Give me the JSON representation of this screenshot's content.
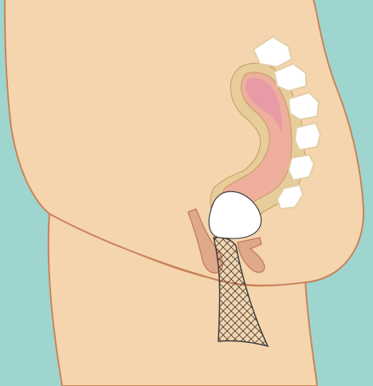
{
  "colors": {
    "background": "#9fd5cf",
    "skin_fill": "#f5d5ae",
    "skin_stroke": "#c8835a",
    "bowel_halo": "#e7cd9a",
    "bowel_fill": "#eeaf9c",
    "bowel_highlight": "#e89aa6",
    "organ_outline": "#c49a60",
    "vertebra_fill": "#ffffff",
    "vertebra_stroke": "#e2cfa5",
    "pelvic_organ_fill": "#dfa98c",
    "mesh_stroke": "#3c3c3c",
    "balloon_fill": "#ffffff"
  },
  "icons": [
    "sacrum-vertebrae",
    "colon-rectum",
    "balloon",
    "mesh-sleeve",
    "pelvic-organs"
  ]
}
